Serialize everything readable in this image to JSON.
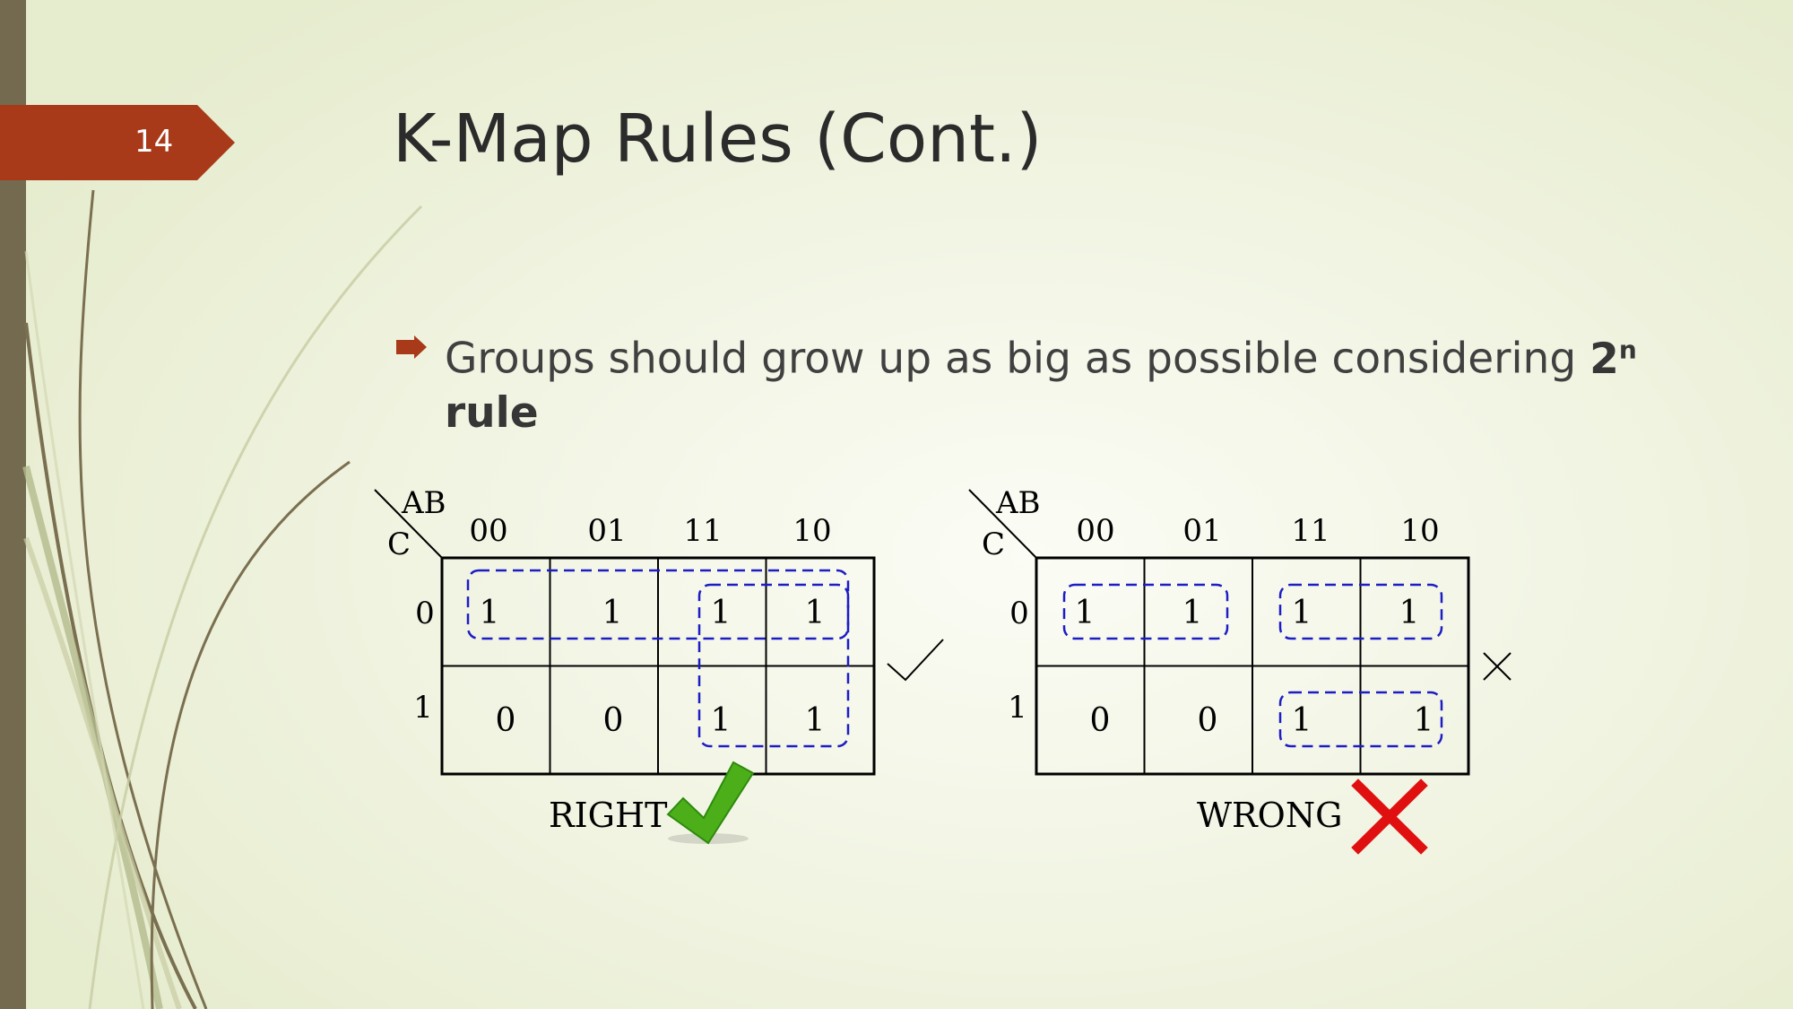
{
  "slide": {
    "number": "14",
    "title": "K-Map Rules (Cont.)",
    "accent_color": "#a83a1a",
    "bar_color": "#736a4f"
  },
  "bullet": {
    "icon": "arrow-bullet-icon",
    "text": "Groups should grow up as big as possible considering ",
    "emphasis_base": "2",
    "emphasis_exp": "n",
    "emphasis_word": "rule"
  },
  "kmaps": [
    {
      "name": "right",
      "corner_top": "AB",
      "corner_left": "C",
      "col_headers": [
        "00",
        "01",
        "11",
        "10"
      ],
      "row_headers": [
        "0",
        "1"
      ],
      "cells": [
        [
          "1",
          "1",
          "1",
          "1"
        ],
        [
          "0",
          "0",
          "1",
          "1"
        ]
      ],
      "caption": "RIGHT",
      "mark_icon": "small-check-icon",
      "status_icon": "green-checkmark-icon",
      "status_color": "#4caf1a"
    },
    {
      "name": "wrong",
      "corner_top": "AB",
      "corner_left": "C",
      "col_headers": [
        "00",
        "01",
        "11",
        "10"
      ],
      "row_headers": [
        "0",
        "1"
      ],
      "cells": [
        [
          "1",
          "1",
          "1",
          "1"
        ],
        [
          "0",
          "0",
          "1",
          "1"
        ]
      ],
      "caption": "WRONG",
      "mark_icon": "small-x-icon",
      "status_icon": "red-x-icon",
      "status_color": "#e01010"
    }
  ]
}
